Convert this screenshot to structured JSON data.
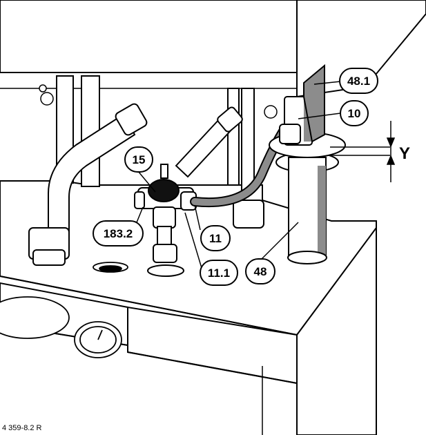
{
  "figure_id": "4 359-8.2 R",
  "callouts": {
    "c48_1": "48.1",
    "c10": "10",
    "c15": "15",
    "c183_2": "183.2",
    "c11": "11",
    "c11_1": "11.1",
    "c48": "48"
  },
  "dimension_label": "Y",
  "colors": {
    "line": "#000000",
    "shade": "#8c8c8c",
    "light": "#d9d9d9",
    "fill": "#ffffff"
  }
}
